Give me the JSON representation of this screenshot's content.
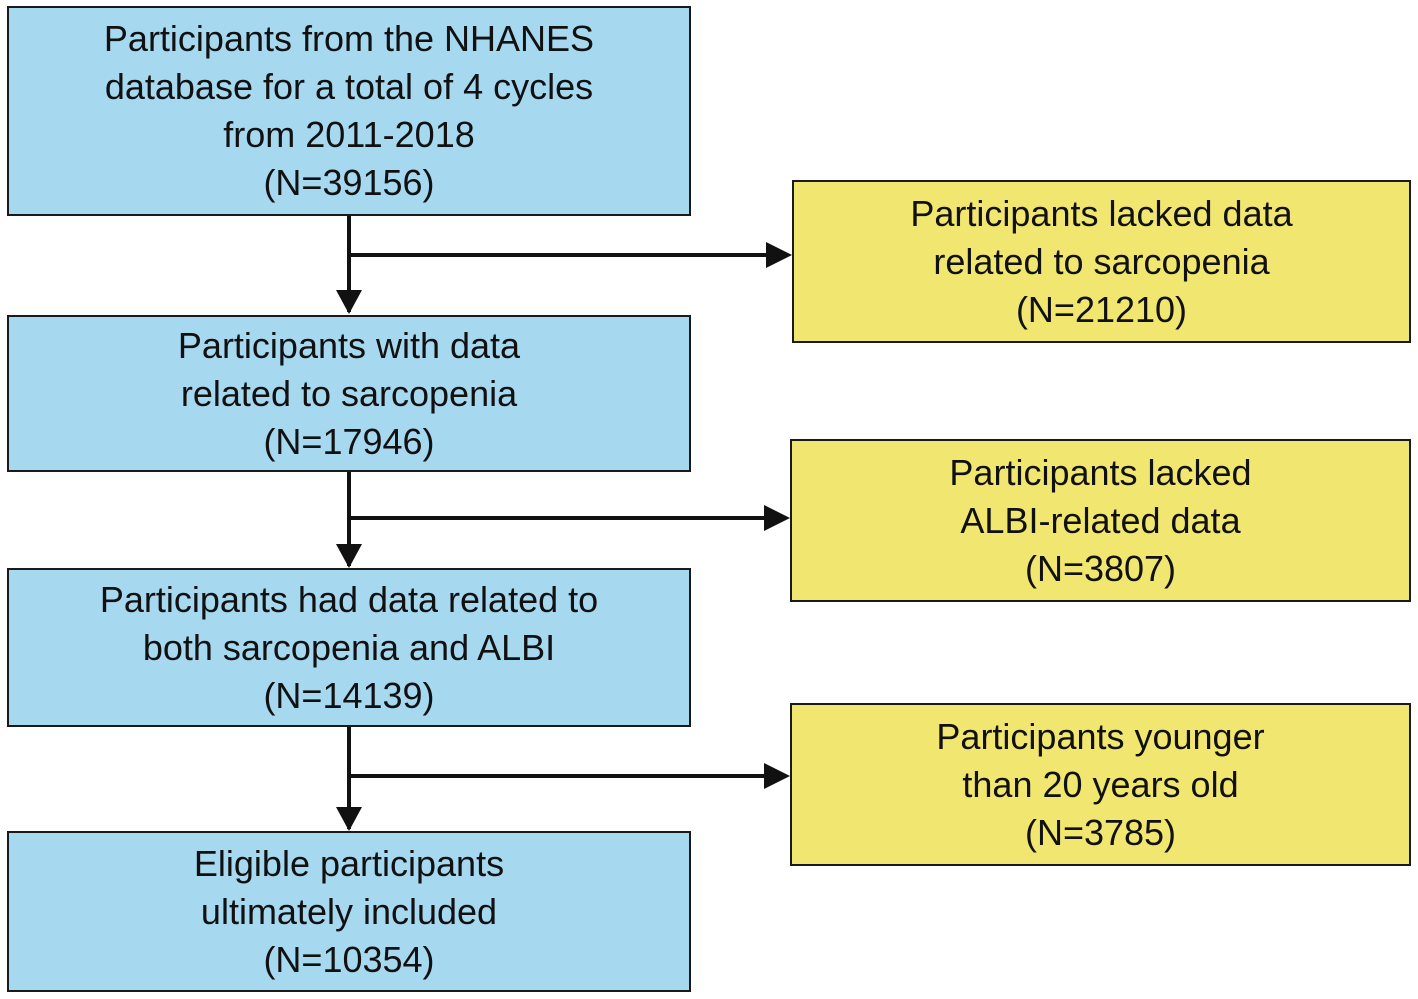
{
  "flowchart": {
    "main_steps": [
      {
        "lines": [
          "Participants from the NHANES",
          "database for a total of 4 cycles",
          "from 2011-2018",
          "(N=39156)"
        ]
      },
      {
        "lines": [
          "Participants with data",
          "related to sarcopenia",
          "(N=17946)"
        ]
      },
      {
        "lines": [
          "Participants had data related to",
          "both sarcopenia and ALBI",
          "(N=14139)"
        ]
      },
      {
        "lines": [
          "Eligible participants",
          "ultimately included",
          "(N=10354)"
        ]
      }
    ],
    "exclusions": [
      {
        "lines": [
          "Participants lacked data",
          "related to sarcopenia",
          "(N=21210)"
        ]
      },
      {
        "lines": [
          "Participants lacked",
          "ALBI-related data",
          "(N=3807)"
        ]
      },
      {
        "lines": [
          "Participants younger",
          "than 20 years old",
          "(N=3785)"
        ]
      }
    ],
    "colors": {
      "included_box": "#a6d8f0",
      "excluded_box": "#f0e670",
      "border": "#1a1a1a",
      "arrow": "#111111"
    }
  }
}
